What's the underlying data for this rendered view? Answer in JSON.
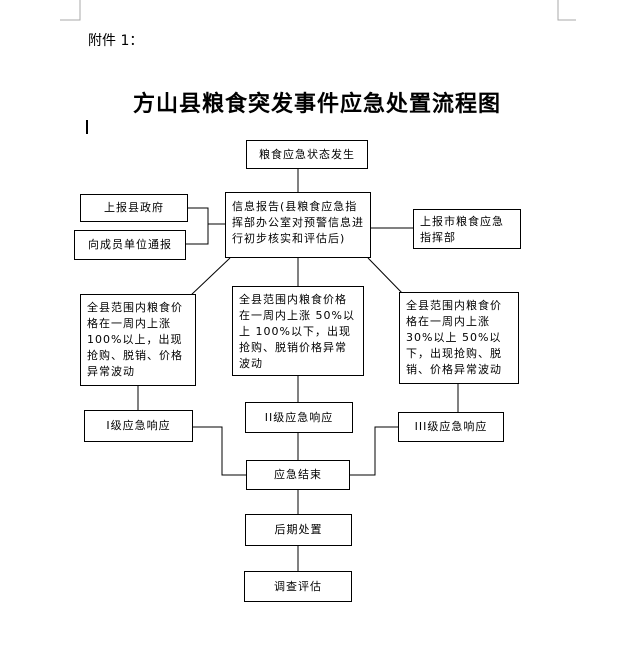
{
  "attachment_label": "附件 1：",
  "title": "方山县粮食突发事件应急处置流程图",
  "boxes": {
    "event_occurs": "粮食应急状态发生",
    "report_county_gov": "上报县政府",
    "notify_member_units": "向成员单位通报",
    "info_report": "信息报告(县粮食应急指挥部办公室对预警信息进行初步核实和评估后)",
    "report_city_hq": "上报市粮食应急指挥部",
    "level1_condition": "全县范围内粮食价格在一周内上涨 100%以上，出现抢购、脱销、价格异常波动",
    "level2_condition": "全县范围内粮食价格在一周内上涨 50%以上 100%以下，出现抢购、脱销价格异常波动",
    "level3_condition": "全县范围内粮食价格在一周内上涨 30%以上 50%以下，出现抢购、脱销、价格异常波动",
    "level1_response": "I级应急响应",
    "level2_response": "II级应急响应",
    "level3_response": "III级应急响应",
    "emergency_end": "应急结束",
    "aftermath": "后期处置",
    "evaluation": "调查评估"
  }
}
